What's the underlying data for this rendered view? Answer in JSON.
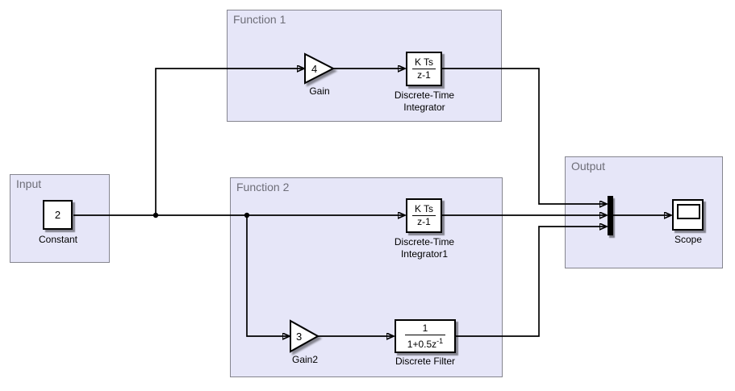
{
  "title": "Simulink block diagram",
  "colors": {
    "canvas_background": "#ffffff",
    "region_fill": "#e6e6f8",
    "region_border": "#85858f",
    "region_label_text": "#6e6e78",
    "block_fill": "#ffffff",
    "block_border": "#000000",
    "wire": "#000000"
  },
  "regions": {
    "input": {
      "label": "Input"
    },
    "function1": {
      "label": "Function 1"
    },
    "function2": {
      "label": "Function 2"
    },
    "output": {
      "label": "Output"
    }
  },
  "blocks": {
    "constant": {
      "value": "2",
      "label": "Constant"
    },
    "gain": {
      "value": "4",
      "label": "Gain"
    },
    "discrete_time_integrator": {
      "numerator": "K Ts",
      "denominator": "z-1",
      "label_line1": "Discrete-Time",
      "label_line2": "Integrator"
    },
    "discrete_time_integrator1": {
      "numerator": "K Ts",
      "denominator": "z-1",
      "label_line1": "Discrete-Time",
      "label_line2": "Integrator1"
    },
    "gain2": {
      "value": "3",
      "label": "Gain2"
    },
    "discrete_filter": {
      "numerator": "1",
      "denominator_base": "1+0.5z",
      "denominator_exp": "-1",
      "label": "Discrete Filter"
    },
    "scope": {
      "label": "Scope"
    }
  }
}
